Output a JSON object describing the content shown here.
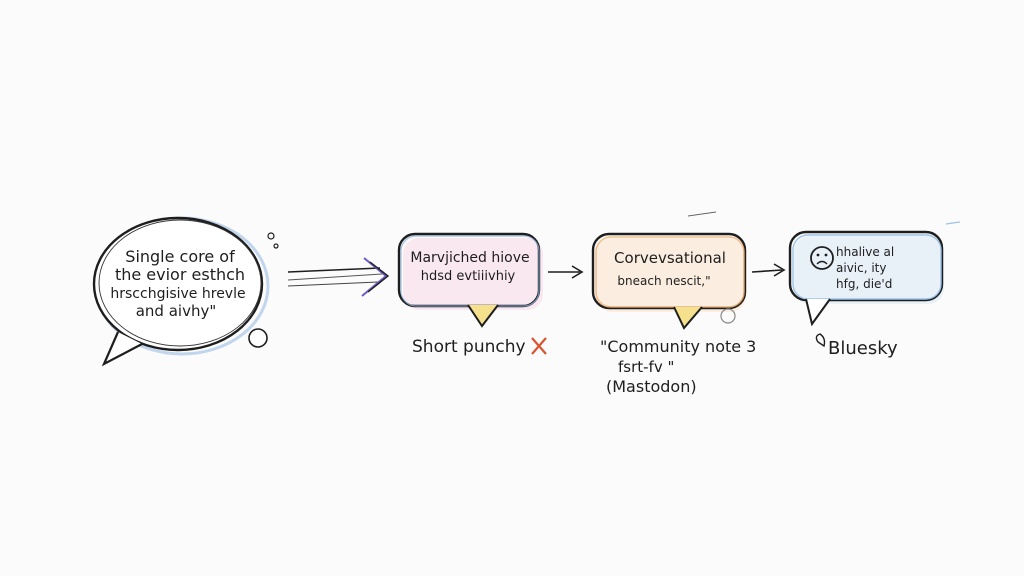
{
  "bubbles": [
    {
      "lines": [
        "Single core of",
        "the evior esthch",
        "hrscchgisive hrevle",
        "and aivhy\""
      ]
    },
    {
      "lines": [
        "Marvjiched hiove",
        "hdsd evtiiivhiy"
      ]
    },
    {
      "lines": [
        "Corvevsational",
        "bneach nescit,\""
      ]
    },
    {
      "lines": [
        "hhalive al",
        "aivic, ity",
        "hfg, die'd"
      ]
    }
  ],
  "captions": {
    "short": "Short punchy",
    "community": [
      "\"Community note 3",
      "fsrt-fv \"",
      "(Mastodon)"
    ],
    "bluesky": "Bluesky"
  },
  "icons": {
    "cross": "cross-icon",
    "butterfly": "bluesky-butterfly-icon",
    "sad_face": "sad-face-icon"
  },
  "colors": {
    "ink": "#1e1e1e",
    "blue_wash": "#9ec3e8",
    "pink_wash": "#e8a6c6",
    "orange_wash": "#f0b070",
    "yellow_wash": "#f2d46a",
    "purple_arrow": "#6a5bc2",
    "cross_red": "#d9542f"
  }
}
